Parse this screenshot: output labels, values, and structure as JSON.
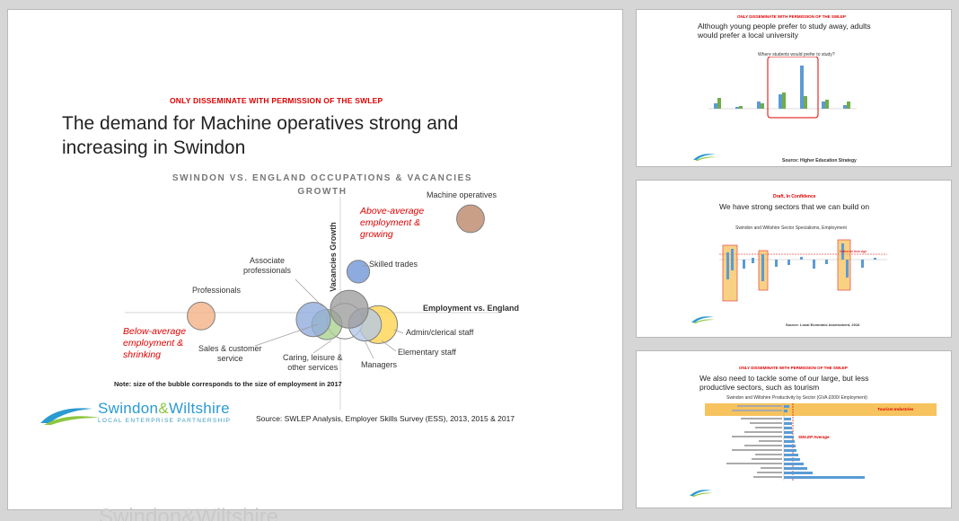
{
  "main_slide": {
    "permission_note": "ONLY DISSEMINATE WITH PERMISSION OF THE SWLEP",
    "title_line1": "The demand for Machine operatives strong and",
    "title_line2": "increasing in Swindon",
    "chart_title_line1": "SWINDON VS. ENGLAND OCCUPATIONS & VACANCIES",
    "chart_title_line2": "GROWTH",
    "quadrant_top_right": [
      "Above-average",
      "employment &",
      "growing"
    ],
    "quadrant_bottom_left": [
      "Below-average",
      "employment &",
      "shrinking"
    ],
    "y_axis_label": "Vacancies Growth",
    "x_axis_label": "Employment vs. England",
    "bubble_labels": {
      "machine": "Machine operatives",
      "associate_1": "Associate",
      "associate_2": "professionals",
      "skilled": "Skilled trades",
      "professionals": "Professionals",
      "admin": "Admin/clerical staff",
      "elementary": "Elementary staff",
      "managers": "Managers",
      "sales_1": "Sales & customer",
      "sales_2": "service",
      "caring_1": "Caring, leisure &",
      "caring_2": "other services"
    },
    "note": "Note: size of the bubble corresponds to the size of employment in 2017",
    "source": "Source: SWLEP Analysis, Employer Skills Survey (ESS), 2013, 2015 & 2017",
    "logo": {
      "name_part1": "Swindon",
      "name_amp": "&",
      "name_part2": "Wiltshire",
      "subtitle": "LOCAL ENTERPRISE PARTNERSHIP"
    }
  },
  "thumbnails": [
    {
      "permission_note": "ONLY DISSEMINATE WITH PERMISSION OF THE SWLEP",
      "title_line1": "Although young people prefer to study away, adults",
      "title_line2": "would prefer a local university",
      "chart_title": "Where students would prefer to study?",
      "source": "Source: Higher Education Strategy"
    },
    {
      "permission_note": "Draft, In Confidence",
      "title": "We have strong sectors that we can build on",
      "chart_title": "Swindon and Wiltshire Sector Specialisms, Employment",
      "annotation": "National Average",
      "source": "Source: Local Economic Assessment, 2016"
    },
    {
      "permission_note": "ONLY DISSEMINATE WITH PERMISSION OF THE SWLEP",
      "title_line1": "We also need to tackle some of our large, but less",
      "title_line2": "productive sectors, such as tourism",
      "chart_title": "Swindon and Wiltshire Productivity by Sector (GVA £000/ Employment)",
      "highlight_label": "Tourism Industries",
      "average_label": "SWLEP Average"
    }
  ],
  "background_watermark": "Swindon&Wiltshire",
  "chart_data": {
    "type": "scatter",
    "title": "SWINDON VS. ENGLAND OCCUPATIONS & VACANCIES GROWTH",
    "xlabel": "Employment vs. England",
    "ylabel": "Vacancies Growth",
    "series": [
      {
        "name": "Machine operatives",
        "x": 0.58,
        "y": 0.55,
        "size": 0.55,
        "color": "#c08f72"
      },
      {
        "name": "Skilled trades",
        "x": 0.08,
        "y": 0.24,
        "size": 0.45,
        "color": "#6e93d6"
      },
      {
        "name": "Professionals",
        "x": -0.62,
        "y": -0.02,
        "size": 0.55,
        "color": "#f3b083"
      },
      {
        "name": "Admin/clerical staff",
        "x": 0.17,
        "y": -0.07,
        "size": 0.75,
        "color": "#ffd34e"
      },
      {
        "name": "Managers",
        "x": 0.02,
        "y": -0.05,
        "size": 0.7,
        "color": "#ffffff"
      },
      {
        "name": "Elementary staff",
        "x": 0.11,
        "y": -0.07,
        "size": 0.65,
        "color": "#b4c7e7"
      },
      {
        "name": "Caring, leisure & other services",
        "x": -0.06,
        "y": -0.07,
        "size": 0.6,
        "color": "#a9d18e"
      },
      {
        "name": "Associate professionals",
        "x": 0.04,
        "y": 0.02,
        "size": 0.75,
        "color": "#9c9c9c"
      },
      {
        "name": "Sales & customer service",
        "x": -0.12,
        "y": -0.04,
        "size": 0.68,
        "color": "#8faadc"
      }
    ]
  }
}
